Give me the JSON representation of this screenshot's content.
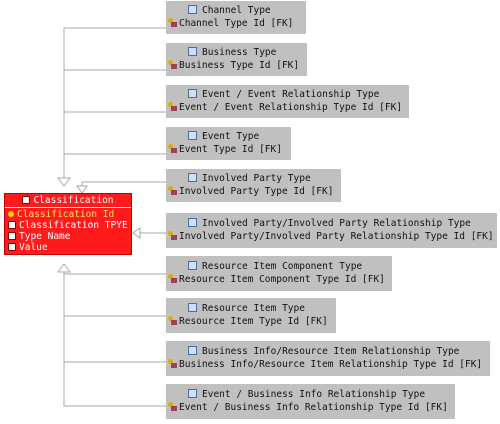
{
  "classification": {
    "title": "Classification",
    "attributes": [
      {
        "name": "Classification Id",
        "kind": "primary-key"
      },
      {
        "name": "Classification TPYE",
        "kind": "column"
      },
      {
        "name": "Type Name",
        "kind": "column"
      },
      {
        "name": "Value",
        "kind": "column"
      }
    ],
    "color": "#ff1b1b"
  },
  "entities": [
    {
      "title": "Channel Type",
      "fk": "Channel Type Id [FK]"
    },
    {
      "title": "Business Type",
      "fk": "Business Type Id [FK]"
    },
    {
      "title": "Event / Event Relationship Type",
      "fk": "Event / Event Relationship Type Id [FK]"
    },
    {
      "title": "Event Type",
      "fk": "Event Type Id [FK]"
    },
    {
      "title": "Involved Party Type",
      "fk": "Involved Party Type Id [FK]"
    },
    {
      "title": "Involved Party/Involved Party Relationship Type",
      "fk": "Involved Party/Involved Party Relationship Type Id [FK]"
    },
    {
      "title": "Resource Item Component Type",
      "fk": "Resource Item Component Type Id [FK]"
    },
    {
      "title": "Resource Item Type",
      "fk": "Resource Item Type Id [FK]"
    },
    {
      "title": "Business Info/Resource Item Relationship Type",
      "fk": "Business Info/Resource Item Relationship Type Id [FK]"
    },
    {
      "title": "Event / Business Info Relationship Type",
      "fk": "Event / Business Info Relationship Type Id [FK]"
    }
  ],
  "colors": {
    "entity_fill": "#c0c0c0",
    "connector": "#a9a9a9"
  },
  "icons": {
    "entity": "table-icon",
    "foreign_key": "foreign-key-icon",
    "primary_key": "primary-key-icon"
  }
}
